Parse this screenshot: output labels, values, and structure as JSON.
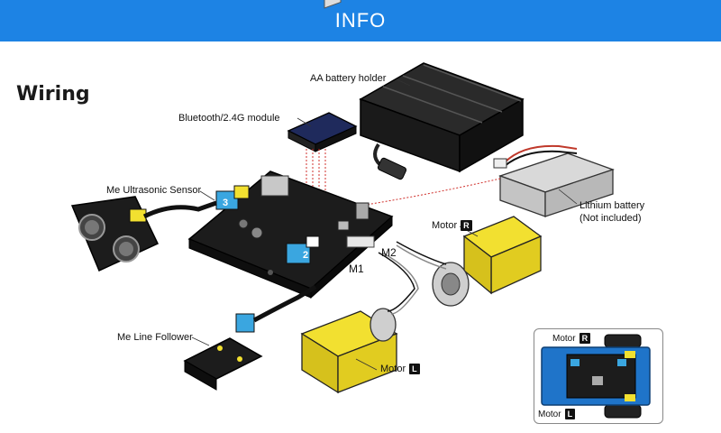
{
  "header": {
    "title": "INFO"
  },
  "section": {
    "title": "Wiring"
  },
  "labels": {
    "aa_battery": "AA battery holder",
    "bluetooth": "Bluetooth/2.4G module",
    "ultrasonic": "Me Ultrasonic Sensor",
    "line_follower": "Me Line Follower",
    "lithium_line1": "Lithium battery",
    "lithium_line2": "(Not included)",
    "m1": "M1",
    "m2": "M2",
    "port3": "3",
    "port2": "2",
    "motor_right": "Motor",
    "motor_right_badge": "R",
    "motor_left": "Motor",
    "motor_left_badge": "L"
  },
  "inset": {
    "motor_right": "Motor",
    "motor_right_badge": "R",
    "motor_left": "Motor",
    "motor_left_badge": "L"
  },
  "colors": {
    "header": "#1d83e4",
    "port_blue": "#3aa6e0",
    "motor_yellow": "#f2e030",
    "board_black": "#1c1c1c"
  }
}
